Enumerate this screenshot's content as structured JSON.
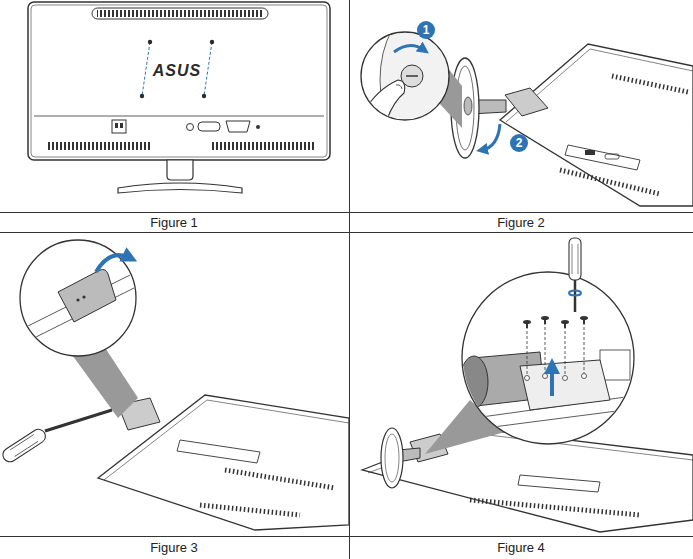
{
  "diagram": {
    "labels": [
      "ASUS",
      "1",
      "2",
      "Figure 1",
      "Figure 2",
      "Figure 3",
      "Figure 4"
    ]
  }
}
